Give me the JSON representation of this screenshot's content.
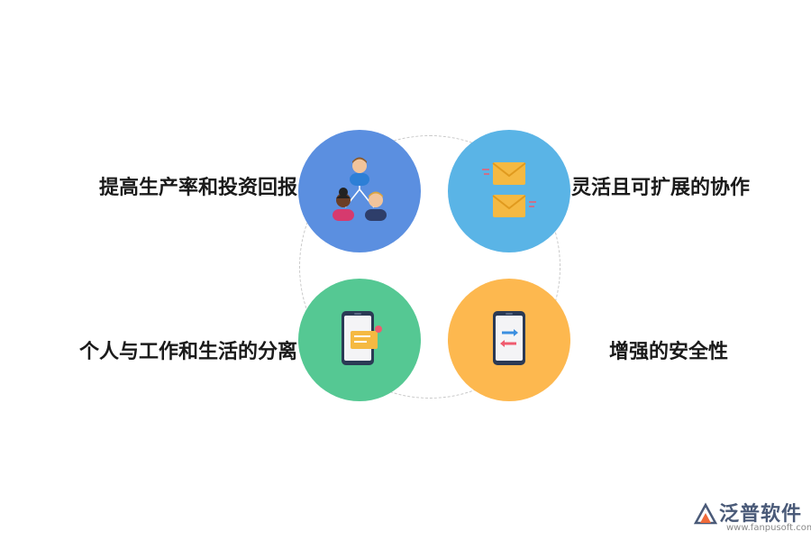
{
  "items": [
    {
      "label": "提高生产率和投资回报",
      "color": "#5b8fe0",
      "icon": "team-people-icon"
    },
    {
      "label": "灵活且可扩展的协作",
      "color": "#5ab4e6",
      "icon": "envelopes-icon"
    },
    {
      "label": "个人与工作和生活的分离",
      "color": "#55c893",
      "icon": "phone-message-icon"
    },
    {
      "label": "增强的安全性",
      "color": "#fdb84f",
      "icon": "phone-transfer-icon"
    }
  ],
  "logo": {
    "name": "泛普软件",
    "url": "www.fanpusoft.com"
  }
}
